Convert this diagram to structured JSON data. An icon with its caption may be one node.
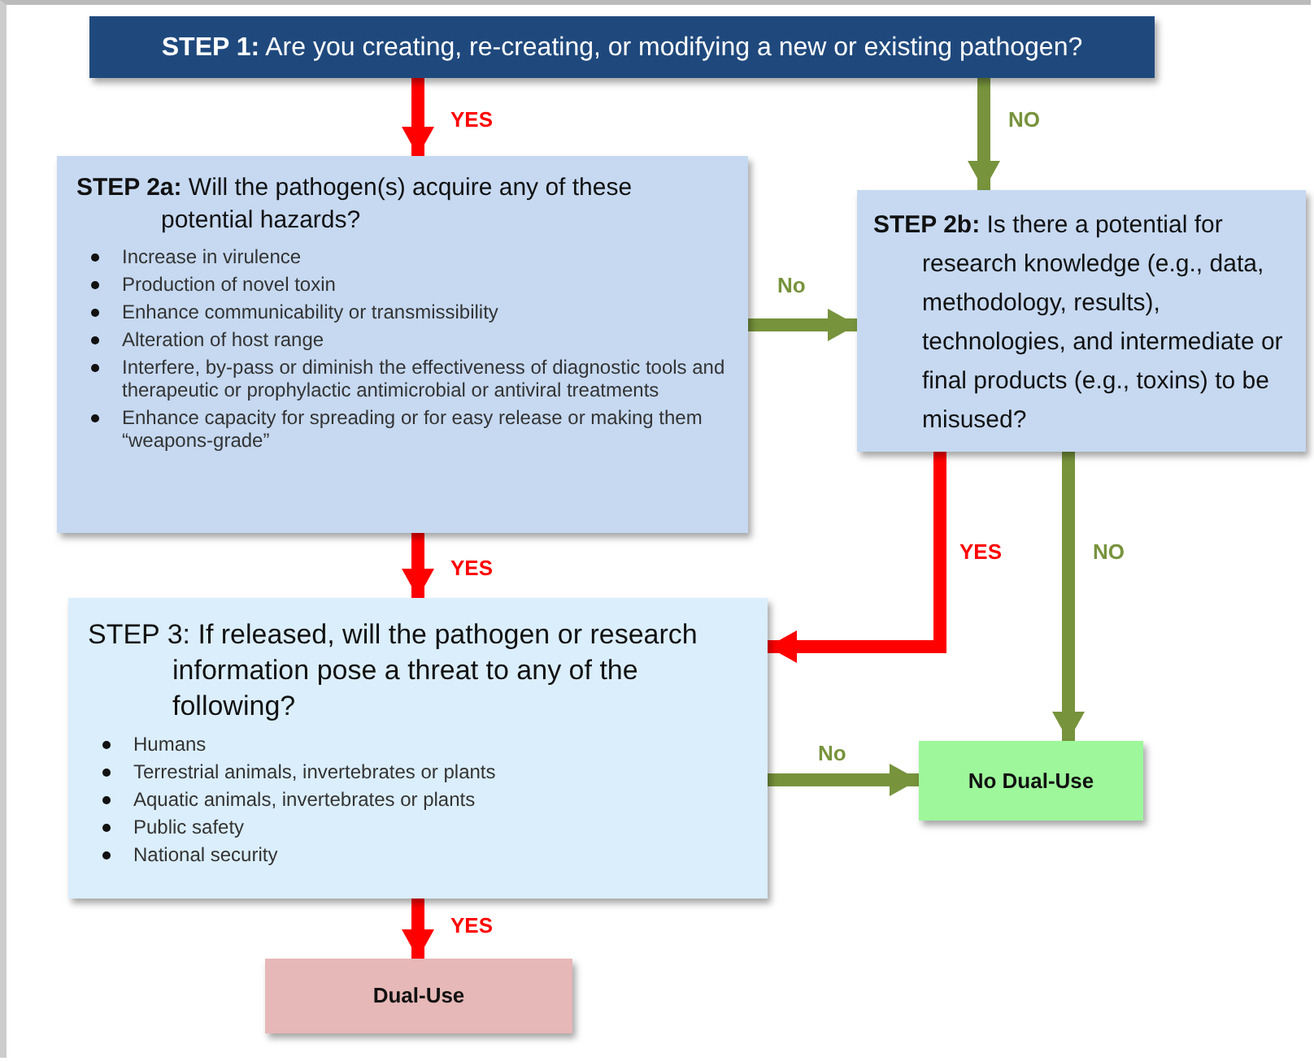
{
  "diagram": {
    "nodes": [
      {
        "text": [
          "**STEP 1:** Are you creating, re-creating, or modifying a new or existing pathogen?"
        ]
      },
      {
        "text": [
          "**STEP 2a:** Will the pathogen(s) acquire any of these potential hazards?",
          "Increase in virulence",
          "Production of novel toxin",
          "Enhance communicability or transmissibility",
          "Alteration of host range",
          "Interfere, by-pass or diminish the effectiveness of diagnostic tools and therapeutic or prophylactic antimicrobial or antiviral treatments",
          "Enhance capacity for spreading or for easy release or making them “weapons-grade”"
        ]
      },
      {
        "text": [
          "**STEP 2b:** Is there a potential for research knowledge (e.g., data, methodology, results), technologies, and intermediate or final products (e.g., toxins) to be misused?"
        ]
      },
      {
        "text": [
          "STEP 3: If released, will the pathogen or research information pose a threat to any of the following?",
          "Humans",
          "Terrestrial animals, invertebrates or plants",
          "Aquatic animals, invertebrates or plants",
          "Public safety",
          "National security"
        ]
      },
      {
        "text": [
          "No Dual-Use"
        ]
      },
      {
        "text": [
          "Dual-Use"
        ]
      }
    ],
    "edges": [
      {
        "from": 0,
        "to": 1,
        "arrow": "to",
        "label": "YES",
        "color": "#ff0000"
      },
      {
        "from": 0,
        "to": 2,
        "arrow": "to",
        "label": "NO",
        "color": "#77933c"
      },
      {
        "from": 1,
        "to": 2,
        "arrow": "to",
        "label": "No",
        "color": "#77933c"
      },
      {
        "from": 1,
        "to": 3,
        "arrow": "to",
        "label": "YES",
        "color": "#ff0000"
      },
      {
        "from": 2,
        "to": 3,
        "arrow": "to",
        "label": "YES",
        "color": "#ff0000"
      },
      {
        "from": 2,
        "to": 4,
        "arrow": "to",
        "label": "NO",
        "color": "#77933c"
      },
      {
        "from": 3,
        "to": 4,
        "arrow": "to",
        "label": "No",
        "color": "#77933c"
      },
      {
        "from": 3,
        "to": 5,
        "arrow": "to",
        "label": "YES",
        "color": "#ff0000"
      }
    ]
  }
}
